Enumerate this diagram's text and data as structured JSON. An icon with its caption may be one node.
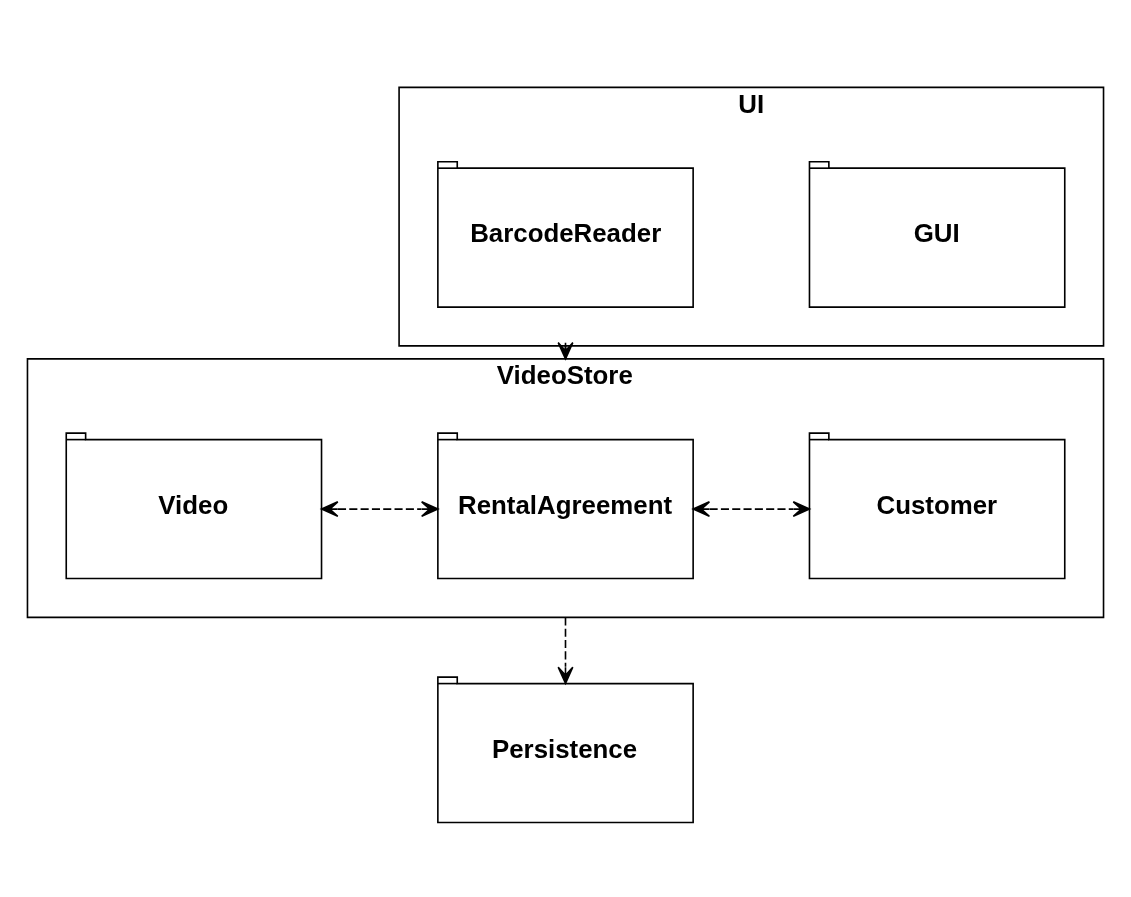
{
  "diagram": {
    "nodes": [
      {
        "text": [
          "UI"
        ]
      },
      {
        "text": [
          "GUI"
        ],
        "in": 0
      },
      {
        "text": [
          "BarcodeReader"
        ],
        "in": 0
      },
      {
        "text": [
          "VideoStore"
        ]
      },
      {
        "text": [
          "Video"
        ],
        "in": 3
      },
      {
        "text": [
          "RentalAgreement"
        ],
        "in": 3
      },
      {
        "text": [
          "Customer"
        ],
        "in": 3
      },
      {
        "text": [
          "Persistence"
        ]
      }
    ],
    "edges": [
      {
        "from": 0,
        "to": 3,
        "arrow": "to",
        "style": "dashed"
      },
      {
        "from": 4,
        "to": 5,
        "arrow": "both",
        "style": "dashed"
      },
      {
        "from": 5,
        "to": 6,
        "arrow": "both",
        "style": "dashed"
      },
      {
        "from": 3,
        "to": 7,
        "arrow": "to",
        "style": "dashed"
      }
    ]
  }
}
